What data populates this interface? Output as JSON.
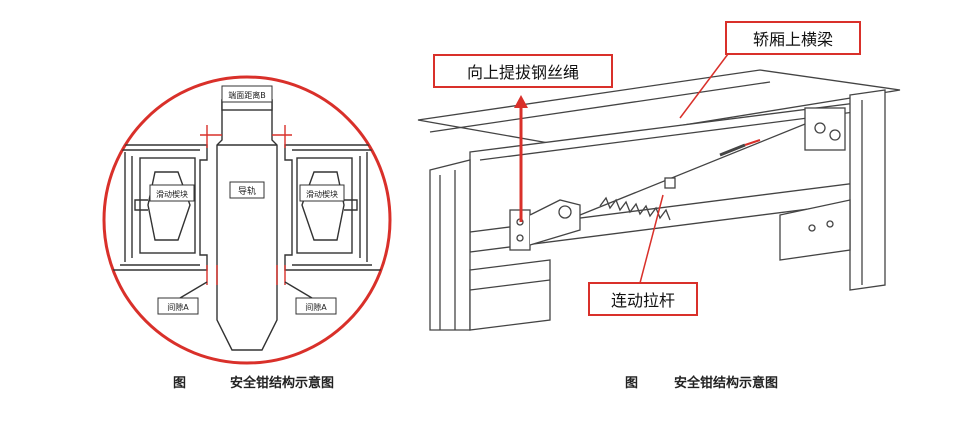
{
  "left_figure": {
    "caption_prefix": "图",
    "caption": "安全钳结构示意图",
    "labels": {
      "gap_b": "端面距离B",
      "guide_rail": "导轨",
      "wedge_left": "滑动楔块",
      "wedge_right": "滑动楔块",
      "gap_a_left": "间隙A",
      "gap_a_right": "间隙A"
    },
    "colors": {
      "circle": "#d9302a",
      "callout": "#d9302a",
      "line": "#333333"
    }
  },
  "right_figure": {
    "caption_prefix": "图",
    "caption": "安全钳结构示意图",
    "callouts": {
      "rope": "向上提拔钢丝绳",
      "beam": "轿厢上横梁",
      "rod": "连动拉杆"
    },
    "colors": {
      "callout_border": "#d9302a",
      "arrow": "#d9302a",
      "line": "#444444"
    }
  }
}
